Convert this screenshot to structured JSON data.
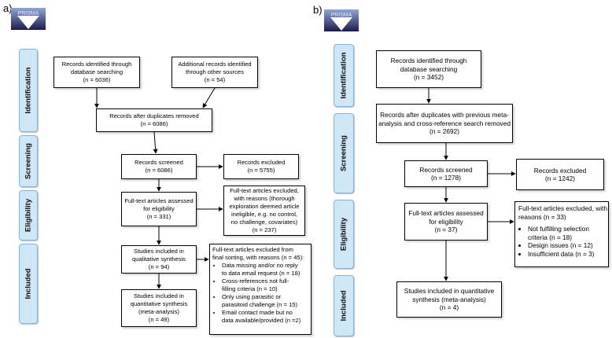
{
  "panels": [
    {
      "label": "a)",
      "logo_text": "PRISMA",
      "stages": [
        "Identification",
        "Screening",
        "Eligibility",
        "Included"
      ],
      "boxes": {
        "id_db": [
          "Records identified through",
          "database searching",
          "(n = 6036)"
        ],
        "id_other": [
          "Additional records identified",
          "through other sources",
          "(n = 54)"
        ],
        "dup": [
          "Records after duplicates removed",
          "(n = 6086)"
        ],
        "screened": [
          "Records screened",
          "(n = 6086)"
        ],
        "excluded": [
          "Records excluded",
          "(n = 5755)"
        ],
        "fulltext": [
          "Full-text articles assessed",
          "for eligibility",
          "(n = 331)"
        ],
        "ft_excluded": [
          "Full-text articles excluded,",
          "with reasons (thorough",
          "exploration deemed article",
          "ineligible, e.g. no control,",
          "no challenge, covariates)",
          "(n = 237)"
        ],
        "qual": [
          "Studies included in",
          "qualitative synthesis",
          "(n = 94)"
        ],
        "final_excluded_header": [
          "Full-text articles excluded from",
          "final sorting, with reasons (n = 45):"
        ],
        "final_excluded_items": [
          [
            "Data missing and/or no reply",
            "to data email request (n = 18)"
          ],
          [
            "Cross-references not full-",
            "filling criteria (n = 10)"
          ],
          [
            "Only using parasitic or",
            "parasitoid challenge (n = 15)"
          ],
          [
            "Email contact made but no",
            "data available/provided (n =2)"
          ]
        ],
        "quant": [
          "Studies included in",
          "quantitative synthesis",
          "(meta-analysis)",
          "(n = 49)"
        ]
      }
    },
    {
      "label": "b)",
      "logo_text": "PRISMA",
      "stages": [
        "Identification",
        "Screening",
        "Eligibility",
        "Included"
      ],
      "boxes": {
        "id_db": [
          "Records identified through",
          "database searching",
          "(n = 3452)"
        ],
        "dup": [
          "Records after duplicates with previous meta-",
          "analysis and cross-reference search removed",
          "(n = 2692)"
        ],
        "screened": [
          "Records screened",
          "(n = 1278)"
        ],
        "excluded": [
          "Records excluded",
          "(n = 1242)"
        ],
        "fulltext": [
          "Full-text articles assessed",
          "for eligibility",
          "(n = 37)"
        ],
        "ft_excluded_header": [
          "Full-text articles excluded, with",
          "reasons (n = 33)"
        ],
        "ft_excluded_items": [
          [
            "Not fulfilling selection",
            "criteria (n = 18)"
          ],
          [
            "Design issues (n = 12)"
          ],
          [
            "Insufficient data (n = 3)"
          ]
        ],
        "quant": [
          "Studies included in quantitative",
          "synthesis (meta-analysis)",
          "(n = 4)"
        ]
      }
    }
  ]
}
